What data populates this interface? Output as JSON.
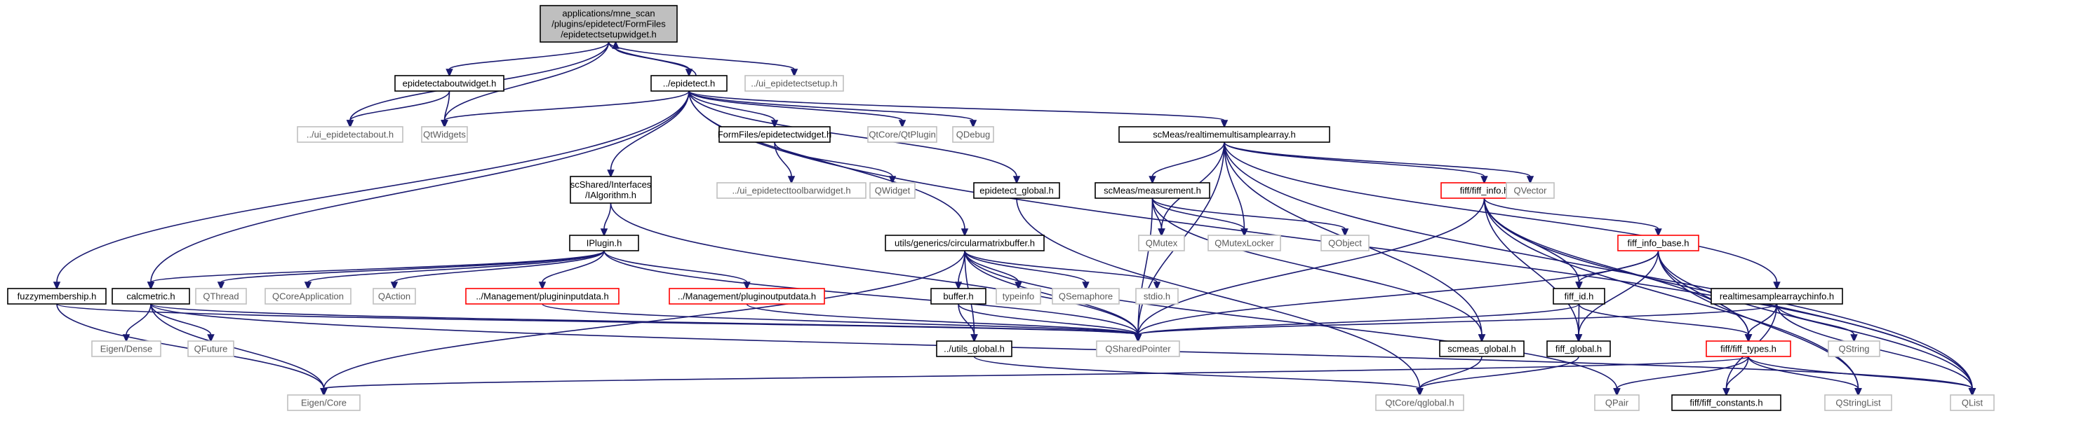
{
  "nodes": [
    {
      "id": "n1",
      "label": [
        "applications/mne_scan",
        "/plugins/epidetect/FormFiles",
        "/epidetectsetupwidget.h"
      ],
      "style": "root"
    },
    {
      "id": "n2",
      "label": [
        "epidetectaboutwidget.h"
      ],
      "style": "normal"
    },
    {
      "id": "n3",
      "label": [
        "../epidetect.h"
      ],
      "style": "normal"
    },
    {
      "id": "n4",
      "label": [
        "../ui_epidetectsetup.h"
      ],
      "style": "missing"
    },
    {
      "id": "n5",
      "label": [
        "../ui_epidetectabout.h"
      ],
      "style": "missing"
    },
    {
      "id": "n6",
      "label": [
        "QtWidgets"
      ],
      "style": "missing"
    },
    {
      "id": "n7",
      "label": [
        "FormFiles/epidetectwidget.h"
      ],
      "style": "normal"
    },
    {
      "id": "n8",
      "label": [
        "QtCore/QtPlugin"
      ],
      "style": "missing"
    },
    {
      "id": "n9",
      "label": [
        "QDebug"
      ],
      "style": "missing"
    },
    {
      "id": "n10",
      "label": [
        "scMeas/realtimemultisamplearray.h"
      ],
      "style": "normal"
    },
    {
      "id": "n11",
      "label": [
        "../ui_epidetecttoolbarwidget.h"
      ],
      "style": "missing"
    },
    {
      "id": "n12",
      "label": [
        "QWidget"
      ],
      "style": "missing"
    },
    {
      "id": "n13",
      "label": [
        "scShared/Interfaces",
        "/IAlgorithm.h"
      ],
      "style": "normal"
    },
    {
      "id": "n14",
      "label": [
        "epidetect_global.h"
      ],
      "style": "normal"
    },
    {
      "id": "n15",
      "label": [
        "scMeas/measurement.h"
      ],
      "style": "normal"
    },
    {
      "id": "n16",
      "label": [
        "fiff/fiff_info.h"
      ],
      "style": "red"
    },
    {
      "id": "n17",
      "label": [
        "QVector"
      ],
      "style": "missing"
    },
    {
      "id": "n18",
      "label": [
        "IPlugin.h"
      ],
      "style": "normal"
    },
    {
      "id": "n19",
      "label": [
        "utils/generics/circularmatrixbuffer.h"
      ],
      "style": "normal"
    },
    {
      "id": "n20",
      "label": [
        "QMutex"
      ],
      "style": "missing"
    },
    {
      "id": "n21",
      "label": [
        "QMutexLocker"
      ],
      "style": "missing"
    },
    {
      "id": "n22",
      "label": [
        "QObject"
      ],
      "style": "missing"
    },
    {
      "id": "n23",
      "label": [
        "fiff_info_base.h"
      ],
      "style": "red"
    },
    {
      "id": "n24",
      "label": [
        "fuzzymembership.h"
      ],
      "style": "normal"
    },
    {
      "id": "n25",
      "label": [
        "calcmetric.h"
      ],
      "style": "normal"
    },
    {
      "id": "n26",
      "label": [
        "QThread"
      ],
      "style": "missing"
    },
    {
      "id": "n27",
      "label": [
        "QCoreApplication"
      ],
      "style": "missing"
    },
    {
      "id": "n28",
      "label": [
        "QAction"
      ],
      "style": "missing"
    },
    {
      "id": "n29",
      "label": [
        "../Management/plugininputdata.h"
      ],
      "style": "red"
    },
    {
      "id": "n30",
      "label": [
        "../Management/pluginoutputdata.h"
      ],
      "style": "red"
    },
    {
      "id": "n31",
      "label": [
        "buffer.h"
      ],
      "style": "normal"
    },
    {
      "id": "n32",
      "label": [
        "typeinfo"
      ],
      "style": "missing"
    },
    {
      "id": "n33",
      "label": [
        "QSemaphore"
      ],
      "style": "missing"
    },
    {
      "id": "n34",
      "label": [
        "stdio.h"
      ],
      "style": "missing"
    },
    {
      "id": "n35",
      "label": [
        "fiff_id.h"
      ],
      "style": "normal"
    },
    {
      "id": "n36",
      "label": [
        "realtimesamplearraychinfo.h"
      ],
      "style": "normal"
    },
    {
      "id": "n37",
      "label": [
        "Eigen/Dense"
      ],
      "style": "missing"
    },
    {
      "id": "n38",
      "label": [
        "QFuture"
      ],
      "style": "missing"
    },
    {
      "id": "n39",
      "label": [
        "QSharedPointer"
      ],
      "style": "missing"
    },
    {
      "id": "n40",
      "label": [
        "../utils_global.h"
      ],
      "style": "normal"
    },
    {
      "id": "n41",
      "label": [
        "scmeas_global.h"
      ],
      "style": "normal"
    },
    {
      "id": "n42",
      "label": [
        "fiff_global.h"
      ],
      "style": "normal"
    },
    {
      "id": "n43",
      "label": [
        "fiff/fiff_types.h"
      ],
      "style": "red"
    },
    {
      "id": "n44",
      "label": [
        "QString"
      ],
      "style": "missing"
    },
    {
      "id": "n45",
      "label": [
        "Eigen/Core"
      ],
      "style": "missing"
    },
    {
      "id": "n46",
      "label": [
        "QtCore/qglobal.h"
      ],
      "style": "missing"
    },
    {
      "id": "n47",
      "label": [
        "QPair"
      ],
      "style": "missing"
    },
    {
      "id": "n48",
      "label": [
        "fiff/fiff_constants.h"
      ],
      "style": "normal"
    },
    {
      "id": "n49",
      "label": [
        "QStringList"
      ],
      "style": "missing"
    },
    {
      "id": "n50",
      "label": [
        "QList"
      ],
      "style": "missing"
    }
  ],
  "edges": [
    [
      "n1",
      "n2"
    ],
    [
      "n1",
      "n3"
    ],
    [
      "n1",
      "n4"
    ],
    [
      "n1",
      "n5"
    ],
    [
      "n1",
      "n6"
    ],
    [
      "n3",
      "n1"
    ],
    [
      "n2",
      "n5"
    ],
    [
      "n2",
      "n6"
    ],
    [
      "n3",
      "n6"
    ],
    [
      "n3",
      "n7"
    ],
    [
      "n3",
      "n8"
    ],
    [
      "n3",
      "n9"
    ],
    [
      "n3",
      "n10"
    ],
    [
      "n3",
      "n13"
    ],
    [
      "n3",
      "n14"
    ],
    [
      "n3",
      "n19"
    ],
    [
      "n3",
      "n24"
    ],
    [
      "n3",
      "n25"
    ],
    [
      "n3",
      "n50"
    ],
    [
      "n7",
      "n11"
    ],
    [
      "n7",
      "n12"
    ],
    [
      "n13",
      "n18"
    ],
    [
      "n13",
      "n39"
    ],
    [
      "n14",
      "n46"
    ],
    [
      "n18",
      "n26"
    ],
    [
      "n18",
      "n27"
    ],
    [
      "n18",
      "n28"
    ],
    [
      "n18",
      "n29"
    ],
    [
      "n18",
      "n30"
    ],
    [
      "n18",
      "n39"
    ],
    [
      "n18",
      "n25"
    ],
    [
      "n29",
      "n39"
    ],
    [
      "n30",
      "n39"
    ],
    [
      "n10",
      "n15"
    ],
    [
      "n10",
      "n16"
    ],
    [
      "n10",
      "n17"
    ],
    [
      "n10",
      "n20"
    ],
    [
      "n10",
      "n21"
    ],
    [
      "n10",
      "n36"
    ],
    [
      "n10",
      "n39"
    ],
    [
      "n10",
      "n41"
    ],
    [
      "n10",
      "n50"
    ],
    [
      "n15",
      "n20"
    ],
    [
      "n15",
      "n21"
    ],
    [
      "n15",
      "n22"
    ],
    [
      "n15",
      "n39"
    ],
    [
      "n15",
      "n41"
    ],
    [
      "n16",
      "n23"
    ],
    [
      "n16",
      "n35"
    ],
    [
      "n16",
      "n42"
    ],
    [
      "n16",
      "n43"
    ],
    [
      "n16",
      "n39"
    ],
    [
      "n16",
      "n49"
    ],
    [
      "n16",
      "n50"
    ],
    [
      "n23",
      "n35"
    ],
    [
      "n23",
      "n42"
    ],
    [
      "n23",
      "n43"
    ],
    [
      "n23",
      "n39"
    ],
    [
      "n23",
      "n49"
    ],
    [
      "n23",
      "n50"
    ],
    [
      "n35",
      "n42"
    ],
    [
      "n35",
      "n43"
    ],
    [
      "n35",
      "n39"
    ],
    [
      "n36",
      "n39"
    ],
    [
      "n36",
      "n43"
    ],
    [
      "n36",
      "n44"
    ],
    [
      "n36",
      "n48"
    ],
    [
      "n36",
      "n50"
    ],
    [
      "n19",
      "n31"
    ],
    [
      "n19",
      "n32"
    ],
    [
      "n19",
      "n33"
    ],
    [
      "n19",
      "n34"
    ],
    [
      "n19",
      "n39"
    ],
    [
      "n19",
      "n40"
    ],
    [
      "n19",
      "n45"
    ],
    [
      "n19",
      "n47"
    ],
    [
      "n31",
      "n40"
    ],
    [
      "n31",
      "n39"
    ],
    [
      "n40",
      "n46"
    ],
    [
      "n24",
      "n45"
    ],
    [
      "n24",
      "n39"
    ],
    [
      "n25",
      "n37"
    ],
    [
      "n25",
      "n38"
    ],
    [
      "n25",
      "n45"
    ],
    [
      "n25",
      "n39"
    ],
    [
      "n25",
      "n50"
    ],
    [
      "n41",
      "n46"
    ],
    [
      "n42",
      "n46"
    ],
    [
      "n43",
      "n45"
    ],
    [
      "n43",
      "n47"
    ],
    [
      "n43",
      "n48"
    ],
    [
      "n43",
      "n49"
    ],
    [
      "n43",
      "n50"
    ]
  ],
  "colors": {
    "edge": "#191970",
    "root_fill": "#bfbfbf",
    "root_stroke": "#000000",
    "normal_stroke": "#000000",
    "missing_stroke": "#bfbfbf",
    "missing_text": "#5a5a5a",
    "red_stroke": "#ff0000",
    "text": "#000000"
  }
}
